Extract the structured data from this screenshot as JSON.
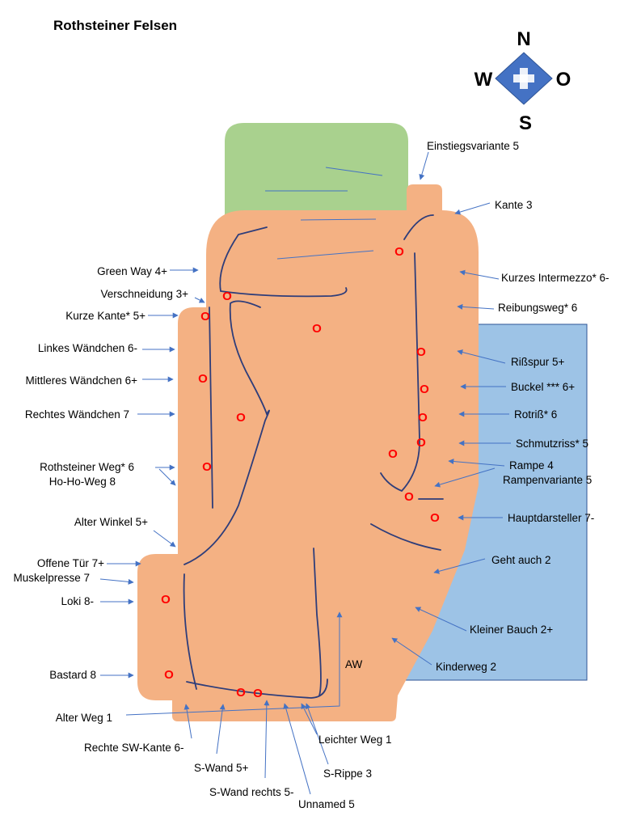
{
  "title": "Rothsteiner Felsen",
  "compass": {
    "north": "N",
    "south": "S",
    "west": "W",
    "east": "O"
  },
  "areas": {
    "aw": "AW"
  },
  "bolt_symbol": "O",
  "colors": {
    "rock": "#f4b183",
    "vegetation": "#a9d18e",
    "background_area": "#9dc3e6",
    "route_line": "#2e3d7a",
    "arrow": "#4472c4",
    "bolt": "#ff0000",
    "compass": "#4472c4"
  },
  "routes": [
    "Einstiegsvariante 5",
    "Kante 3",
    "Kurzes Intermezzo* 6-",
    "Reibungsweg* 6",
    "Rißspur 5+",
    "Buckel *** 6+",
    "Rotriß* 6",
    "Schmutzriss* 5",
    "Rampe 4",
    "Rampenvariante 5",
    "Hauptdarsteller 7-",
    "Geht auch 2",
    "Kleiner Bauch 2+",
    "Kinderweg 2",
    "Green Way 4+",
    "Verschneidung 3+",
    "Kurze Kante* 5+",
    "Linkes Wändchen 6-",
    "Mittleres Wändchen 6+",
    "Rechtes Wändchen 7",
    "Rothsteiner Weg* 6",
    "Ho-Ho-Weg 8",
    "Alter Winkel 5+",
    "Offene Tür 7+",
    "Muskelpresse 7",
    "Loki 8-",
    "Bastard 8",
    "Alter Weg 1",
    "Rechte SW-Kante 6-",
    "S-Wand 5+",
    "S-Wand rechts 5-",
    "Unnamed 5",
    "Leichter Weg 1",
    "S-Rippe 3"
  ]
}
